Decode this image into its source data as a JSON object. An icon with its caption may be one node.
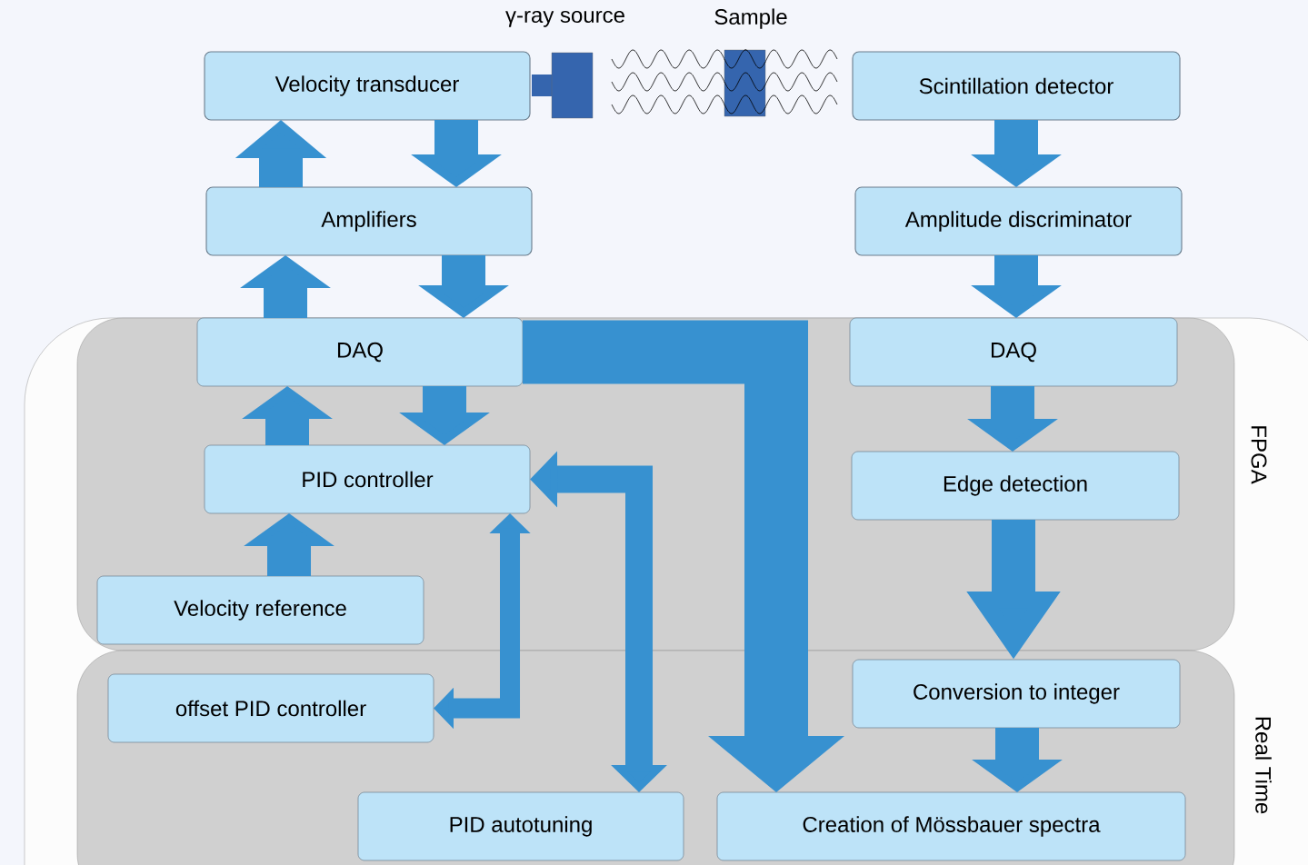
{
  "diagram": {
    "nodes": [
      {
        "text": [
          "Velocity transducer"
        ]
      },
      {
        "text": [
          "Scintillation detector"
        ]
      },
      {
        "text": [
          "Amplifiers"
        ]
      },
      {
        "text": [
          "Amplitude discriminator"
        ]
      },
      {
        "text": [
          "FPGA"
        ]
      },
      {
        "text": [
          "Real Time"
        ]
      },
      {
        "text": [
          "DAQ"
        ],
        "in": 4
      },
      {
        "text": [
          "DAQ"
        ],
        "in": 4
      },
      {
        "text": [
          "PID controller"
        ],
        "in": 4
      },
      {
        "text": [
          "Edge detection"
        ],
        "in": 4
      },
      {
        "text": [
          "Velocity reference"
        ],
        "in": 4
      },
      {
        "text": [
          "offset PID controller"
        ],
        "in": 5
      },
      {
        "text": [
          "Conversion to integer"
        ],
        "in": 5
      },
      {
        "text": [
          "PID autotuning"
        ],
        "in": 5
      },
      {
        "text": [
          "Creation of Mössbauer spectra"
        ],
        "in": 5
      }
    ],
    "edges": [
      {
        "from": 2,
        "to": 0,
        "arrow": "to"
      },
      {
        "from": 0,
        "to": 2,
        "arrow": "to"
      },
      {
        "from": 6,
        "to": 2,
        "arrow": "to"
      },
      {
        "from": 2,
        "to": 6,
        "arrow": "to"
      },
      {
        "from": 1,
        "to": 3,
        "arrow": "to"
      },
      {
        "from": 3,
        "to": 7,
        "arrow": "to"
      },
      {
        "from": 8,
        "to": 6,
        "arrow": "to"
      },
      {
        "from": 6,
        "to": 8,
        "arrow": "to"
      },
      {
        "from": 10,
        "to": 8,
        "arrow": "to"
      },
      {
        "from": 7,
        "to": 9,
        "arrow": "to"
      },
      {
        "from": 9,
        "to": 12,
        "arrow": "to"
      },
      {
        "from": 12,
        "to": 14,
        "arrow": "to"
      },
      {
        "from": 6,
        "to": 14,
        "arrow": "to"
      },
      {
        "from": 8,
        "to": 11,
        "arrow": "both"
      },
      {
        "from": 8,
        "to": 13,
        "arrow": "both"
      }
    ],
    "labels": [
      "γ-ray source",
      "Sample"
    ]
  }
}
